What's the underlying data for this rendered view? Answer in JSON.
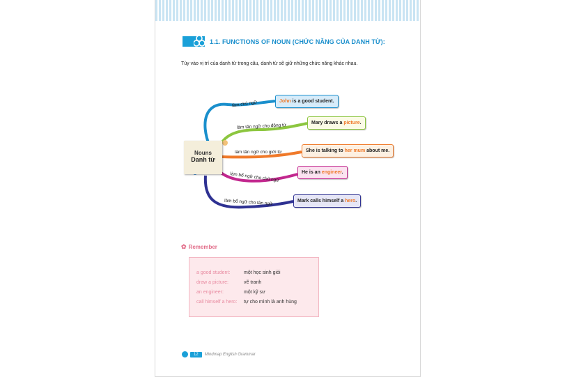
{
  "header": {
    "title": "1.1. FUNCTIONS OF NOUN (CHỨC NĂNG CỦA DANH TỪ):"
  },
  "intro": "Tùy vào vị trí của danh từ trong câu, danh từ sẽ giữ những chức năng khác nhau.",
  "mindmap": {
    "center_en": "Nouns",
    "center_vi": "Danh từ",
    "branches": [
      {
        "label": "làm chủ ngữ",
        "pre": "",
        "hl": "John",
        "post": " is a good student.",
        "color": "#1a8fcc"
      },
      {
        "label": "làm tân ngữ cho động từ",
        "pre": "Mary draws a ",
        "hl": "picture",
        "post": ".",
        "color": "#8cc63f"
      },
      {
        "label": "làm tân ngữ cho giới từ",
        "pre": "She is talking to ",
        "hl": "her mum",
        "post": " about me.",
        "color": "#f07a2a"
      },
      {
        "label": "làm bổ ngữ cho chủ ngữ",
        "pre": "He is an ",
        "hl": "engineer",
        "post": ".",
        "color": "#c2278e"
      },
      {
        "label": "làm bổ ngữ cho tân ngữ",
        "pre": "Mark calls himself a ",
        "hl": "hero",
        "post": ".",
        "color": "#2e3192"
      }
    ]
  },
  "remember": {
    "title": "Remember",
    "rows": [
      {
        "en": "a good student:",
        "vi": "một học sinh giỏi"
      },
      {
        "en": "draw a picture:",
        "vi": "vẽ tranh"
      },
      {
        "en": "an engineer:",
        "vi": "một kỹ sư"
      },
      {
        "en": "call himself a hero:",
        "vi": "tự cho mình là anh hùng"
      }
    ]
  },
  "footer": {
    "page": "12",
    "book": "Mindmap English Grammar"
  }
}
